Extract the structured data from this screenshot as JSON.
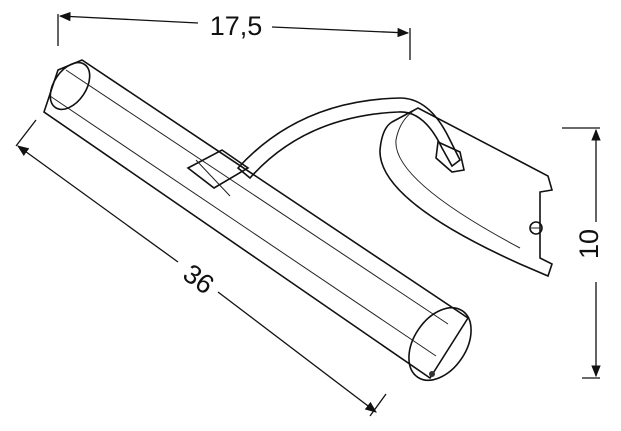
{
  "dimensions": {
    "width_label": "17,5",
    "length_label": "36",
    "height_label": "10"
  },
  "colors": {
    "ink": "#111111",
    "shade": "#9a9a9a",
    "paper": "#ffffff"
  }
}
